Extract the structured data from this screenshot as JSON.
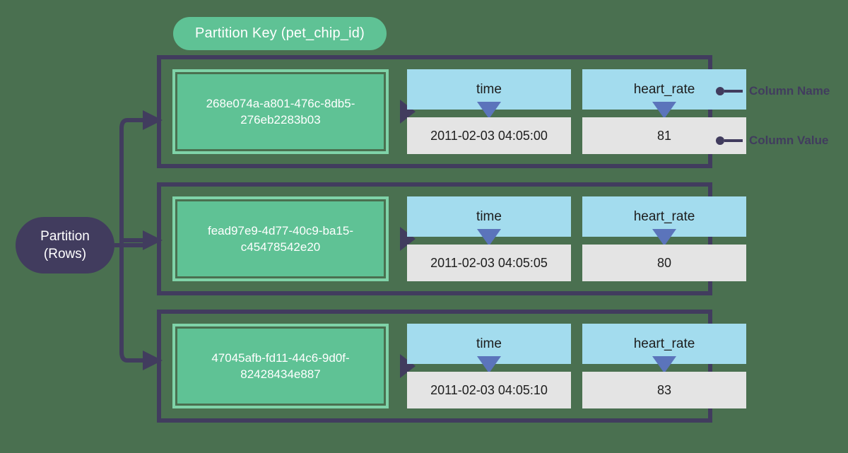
{
  "diagram": {
    "partition_key_label": "Partition Key (pet_chip_id)",
    "partition_label_line1": "Partition",
    "partition_label_line2": "(Rows)",
    "colors": {
      "background": "#4a7050",
      "key_fill": "#5fc295",
      "key_border": "#7fd3a8",
      "frame": "#413c5e",
      "column_name_bg": "#a3dcee",
      "column_value_bg": "#e4e4e4",
      "arrow_down": "#5b74bb"
    },
    "legend": [
      {
        "label": "Column Name",
        "icon": "dot-line-connector"
      },
      {
        "label": "Column Value",
        "icon": "dot-line-connector"
      }
    ],
    "columns": [
      "time",
      "heart_rate"
    ],
    "rows": [
      {
        "key": "268e074a-a801-476c-8db5-276eb2283b03",
        "time_name": "time",
        "time_value": "2011-02-03 04:05:00",
        "heart_rate_name": "heart_rate",
        "heart_rate_value": "81"
      },
      {
        "key": "fead97e9-4d77-40c9-ba15-c45478542e20",
        "time_name": "time",
        "time_value": "2011-02-03 04:05:05",
        "heart_rate_name": "heart_rate",
        "heart_rate_value": "80"
      },
      {
        "key": "47045afb-fd11-44c6-9d0f-82428434e887",
        "time_name": "time",
        "time_value": "2011-02-03 04:05:10",
        "heart_rate_name": "heart_rate",
        "heart_rate_value": "83"
      }
    ]
  }
}
